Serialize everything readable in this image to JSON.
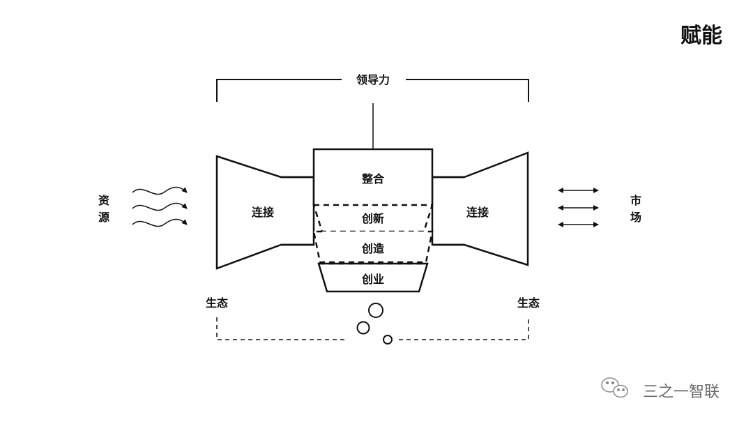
{
  "title": "赋能",
  "leadership": "领导力",
  "stages": [
    "整合",
    "创新",
    "创造",
    "创业"
  ],
  "left_connect": "连接",
  "right_connect": "连接",
  "resources": [
    "资",
    "源"
  ],
  "market": [
    "市",
    "场"
  ],
  "ecology_left": "生态",
  "ecology_right": "生态",
  "watermark": "三之一智联",
  "icons": {
    "resource_flow": "wavy-arrow-icon",
    "market_flow": "double-arrow-icon",
    "bubbles": "bubbles-icon",
    "watermark_logo": "wechat-logo-icon"
  }
}
